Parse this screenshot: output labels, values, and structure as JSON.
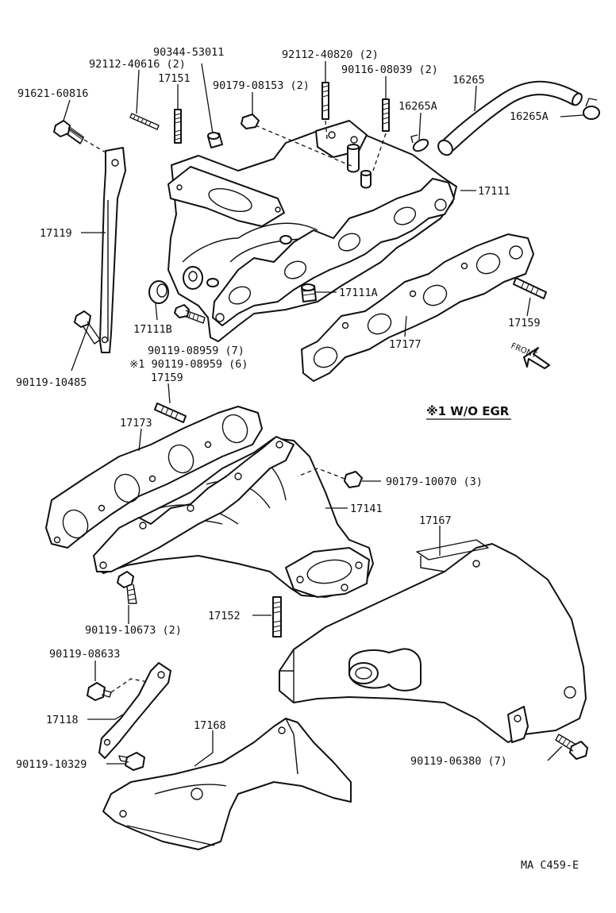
{
  "labels": {
    "p90344_53011": "90344-53011",
    "p92112_40616": "92112-40616 (2)",
    "p17151": "17151",
    "p92112_40820": "92112-40820 (2)",
    "p90116_08039": "90116-08039 (2)",
    "p90179_08153": "90179-08153 (2)",
    "p16265": "16265",
    "p91621_60816": "91621-60816",
    "p16265A_1": "16265A",
    "p16265A_2": "16265A",
    "p17111": "17111",
    "p17119": "17119",
    "p17111A": "17111A",
    "p17111B": "17111B",
    "p17159_right": "17159",
    "p90119_08959": "90119-08959 (7)",
    "p90119_08959_note": "※1 90119-08959 (6)",
    "p17177": "17177",
    "p90119_10485": "90119-10485",
    "p17159_left": "17159",
    "note_wo_egr": "※1 W/O EGR",
    "p17173": "17173",
    "p90179_10070": "90179-10070 (3)",
    "p17141": "17141",
    "p17167": "17167",
    "p17152": "17152",
    "p90119_10673": "90119-10673 (2)",
    "p90119_08633": "90119-08633",
    "p17118": "17118",
    "p17168": "17168",
    "p90119_10329": "90119-10329",
    "p90119_06380": "90119-06380 (7)",
    "front": "FRONT",
    "ref": "MA C459-E"
  }
}
